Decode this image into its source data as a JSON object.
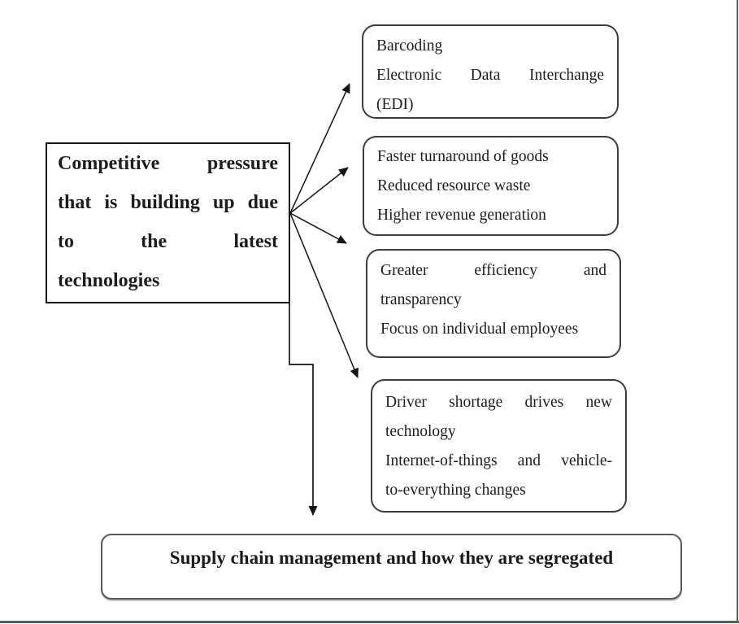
{
  "diagram": {
    "source_box": {
      "lines": {
        "0": "Competitive pressure",
        "1": "that is building up due",
        "2": "to the latest",
        "3": "technologies"
      }
    },
    "branch_boxes": {
      "0": {
        "lines": {
          "0": "Barcoding",
          "1": "Electronic Data Interchange",
          "2": "(EDI)"
        }
      },
      "1": {
        "lines": {
          "0": "Faster turnaround of goods",
          "1": "Reduced resource waste",
          "2": "Higher revenue generation"
        }
      },
      "2": {
        "lines": {
          "0": "Greater efficiency and",
          "1": "transparency",
          "2": "Focus on individual employees"
        }
      },
      "3": {
        "lines": {
          "0": "Driver shortage drives new",
          "1": "technology",
          "2": "Internet-of-things and vehicle-",
          "3": "to-everything changes"
        }
      }
    },
    "result_box": {
      "text": "Supply chain management and how they are segregated"
    },
    "colors": {
      "page_border_green": "#456b52",
      "connector_black": "#141414"
    }
  }
}
